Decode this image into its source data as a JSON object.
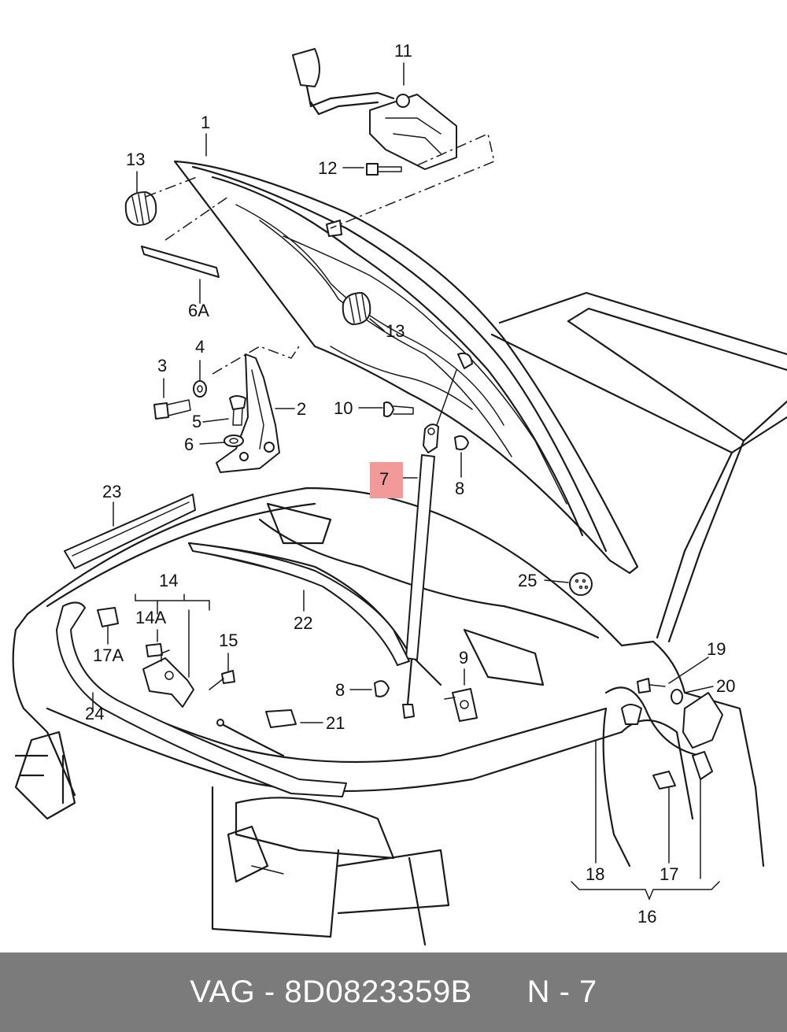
{
  "footer": {
    "brand": "VAG",
    "separator": "-",
    "part_number": "8D0823359B",
    "position_label": "N - 7"
  },
  "highlight": {
    "callout": "7",
    "color": "#f29a9a"
  },
  "callouts": {
    "c1": "1",
    "c2": "2",
    "c3": "3",
    "c4": "4",
    "c5": "5",
    "c6": "6",
    "c6a": "6A",
    "c7": "7",
    "c8a": "8",
    "c8b": "8",
    "c9": "9",
    "c10": "10",
    "c11": "11",
    "c12": "12",
    "c13a": "13",
    "c13b": "13",
    "c14": "14",
    "c14a": "14A",
    "c15": "15",
    "c16": "16",
    "c17": "17",
    "c17a": "17A",
    "c18": "18",
    "c19": "19",
    "c20": "20",
    "c21": "21",
    "c22": "22",
    "c23": "23",
    "c24": "24",
    "c25": "25"
  }
}
